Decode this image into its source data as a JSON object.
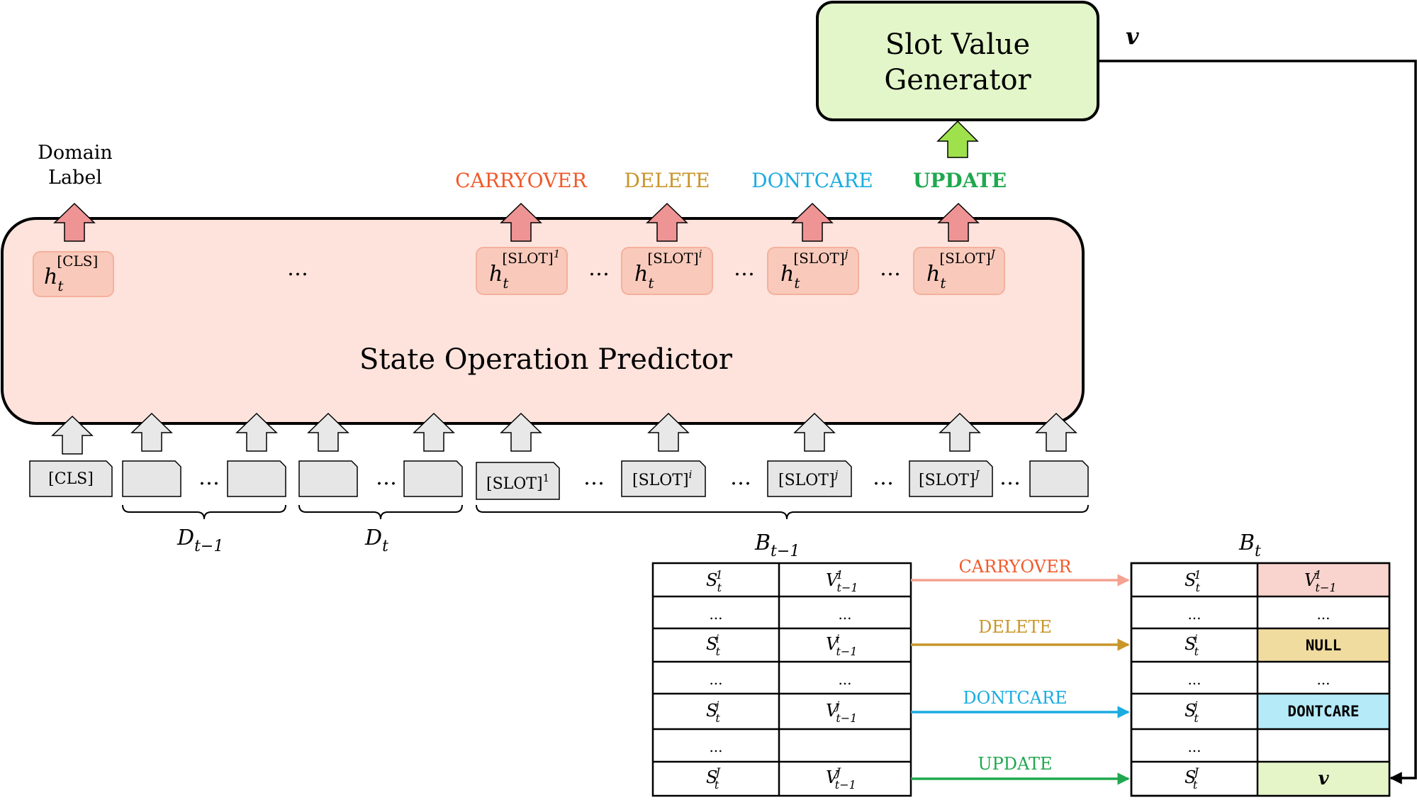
{
  "colors": {
    "carryover": "#f05a2a",
    "delete": "#c9962a",
    "dontcare": "#1aace0",
    "update": "#1fa84e",
    "predictor_fill": "#fde3dc",
    "hidden_fill": "#f9cabb",
    "generator_fill": "#e3f6c9",
    "null_fill": "#f1dca0",
    "dontcare_fill": "#b5ebf9",
    "value_fill": "#e6f5c8",
    "carry_fill": "#f9d3cd"
  },
  "generator": {
    "line1": "Slot Value",
    "line2": "Generator",
    "output": "v"
  },
  "predictor": {
    "title": "State Operation Predictor"
  },
  "domain_label": {
    "line1": "Domain",
    "line2": "Label"
  },
  "operations": {
    "carryover": "CARRYOVER",
    "delete": "DELETE",
    "dontcare": "DONTCARE",
    "update": "UPDATE"
  },
  "hidden": {
    "cls": {
      "base": "h",
      "sub": "t",
      "sup": "[CLS]"
    },
    "slot1": {
      "base": "h",
      "sub": "t",
      "sup": "[SLOT]",
      "supsup": "1"
    },
    "sloti": {
      "base": "h",
      "sub": "t",
      "sup": "[SLOT]",
      "supsup": "i"
    },
    "slotj": {
      "base": "h",
      "sub": "t",
      "sup": "[SLOT]",
      "supsup": "j"
    },
    "slotJ": {
      "base": "h",
      "sub": "t",
      "sup": "[SLOT]",
      "supsup": "J"
    },
    "ellipsis": "…"
  },
  "inputs": {
    "cls": "[CLS]",
    "slot": "[SLOT]",
    "sup1": "1",
    "supi": "i",
    "supj": "j",
    "supJ": "J",
    "ellipsis": "…"
  },
  "braces": {
    "d_prev": {
      "base": "D",
      "sub": "t−1"
    },
    "d_cur": {
      "base": "D",
      "sub": "t"
    }
  },
  "tables": {
    "prev_title": {
      "base": "B",
      "sub": "t−1"
    },
    "cur_title": {
      "base": "B",
      "sub": "t"
    },
    "dots": "...",
    "slot": {
      "base": "S",
      "sub": "t"
    },
    "value": {
      "base": "V",
      "sub": "t−1"
    },
    "sups": [
      "1",
      "i",
      "j",
      "J"
    ],
    "null_label": "NULL",
    "dontcare_label": "DONTCARE",
    "v_label": "v"
  }
}
